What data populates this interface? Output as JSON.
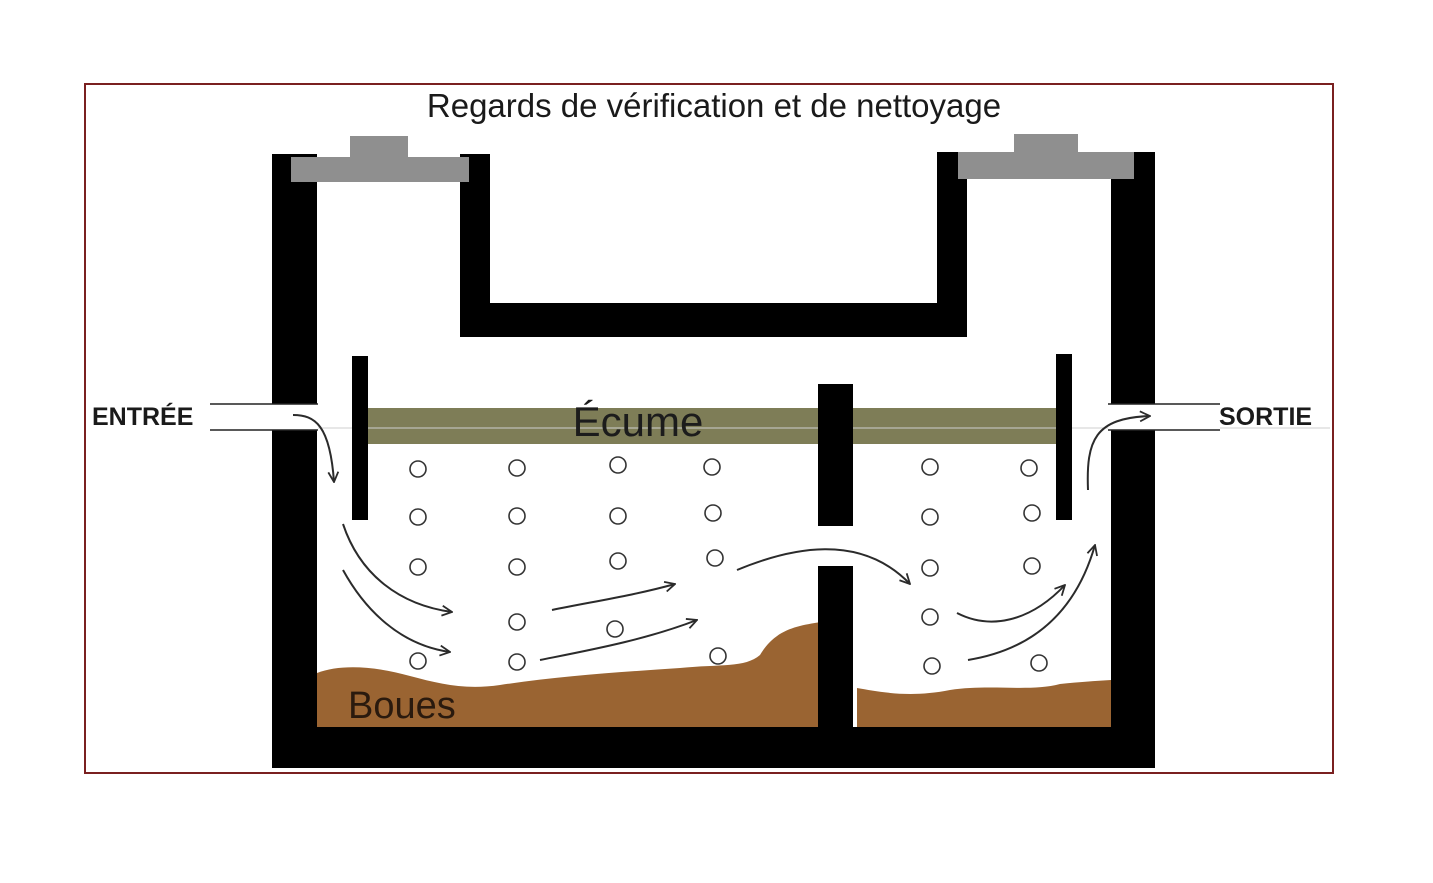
{
  "labels": {
    "title": "Regards de vérification et de nettoyage",
    "inlet": "ENTRÉE",
    "outlet": "SORTIE",
    "scum": "Écume",
    "sludge": "Boues"
  },
  "colors": {
    "frame_border": "#7a2020",
    "tank_wall": "#000000",
    "lid": "#8f8f8f",
    "scum": "#7e7d57",
    "sludge": "#9a6432",
    "flow_arrow": "#2b2b2b",
    "bubble_stroke": "#333333"
  },
  "components": {
    "manholes": 2,
    "baffles": 2,
    "compartments": 2
  }
}
